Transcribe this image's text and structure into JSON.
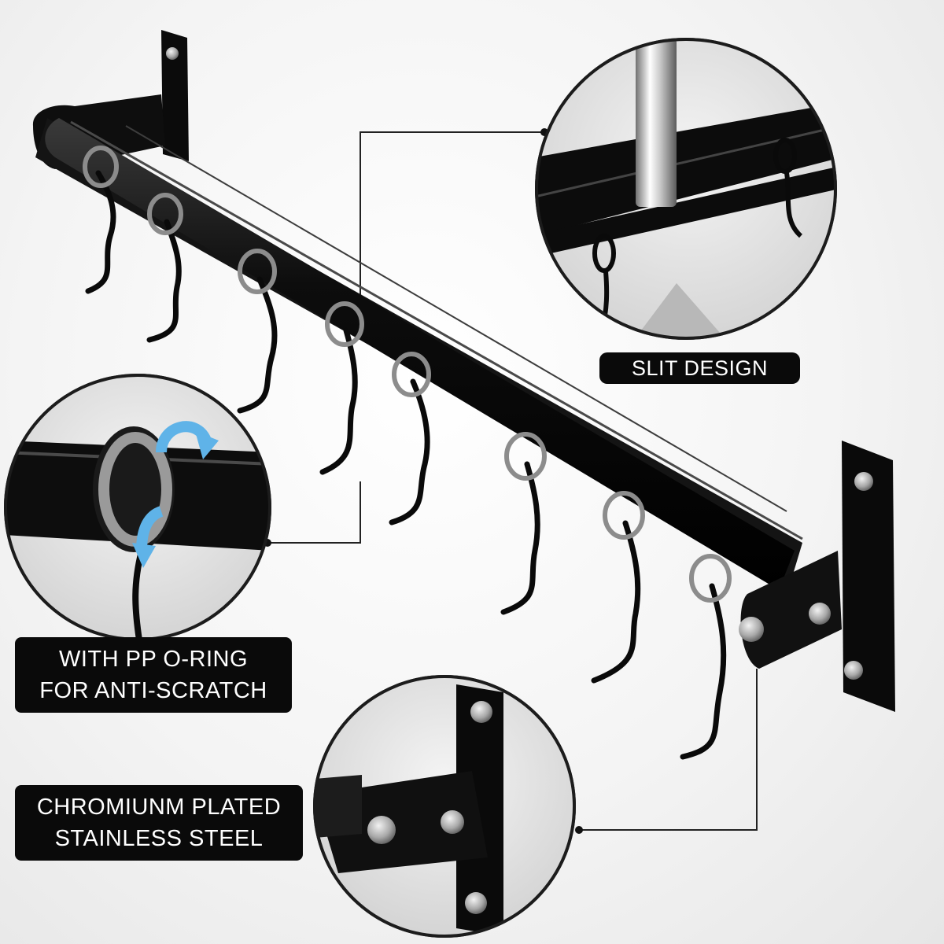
{
  "product": {
    "name": "wall-mounted hanging rail",
    "hook_count": 8,
    "colors": {
      "rail": "#0d0d0d",
      "ring": "#8c8c8c",
      "screw": "#bfbfbf",
      "rotate_arrow": "#5fb3e8",
      "label_bg": "#0a0a0a",
      "label_text": "#ffffff"
    }
  },
  "callouts": {
    "slit": {
      "text": "SLIT DESIGN"
    },
    "oring": {
      "line1": "WITH PP O-RING",
      "line2": "FOR ANTI-SCRATCH"
    },
    "steel": {
      "line1": "CHROMIUNM PLATED",
      "line2": "STAINLESS STEEL"
    }
  },
  "icons": {
    "rotate": "circular-arrow-icon"
  }
}
